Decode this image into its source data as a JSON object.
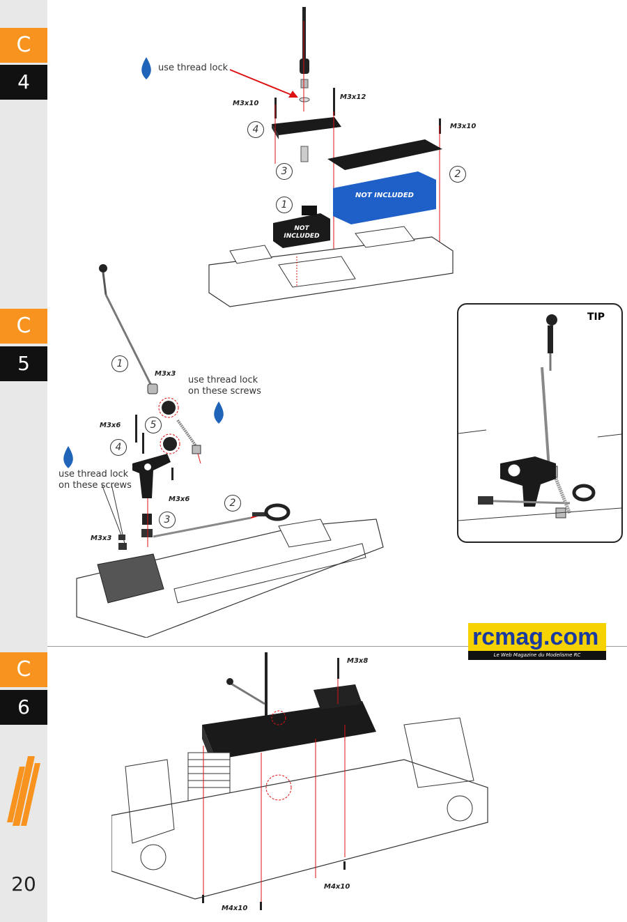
{
  "steps": [
    {
      "letter": "C",
      "number": "4"
    },
    {
      "letter": "C",
      "number": "5"
    },
    {
      "letter": "C",
      "number": "6"
    }
  ],
  "page_number": "20",
  "c4": {
    "thread_lock": "use thread lock",
    "screws": [
      "M3x10",
      "M3x12",
      "M3x10"
    ],
    "not_included": "NOT INCLUDED",
    "numbers": [
      "1",
      "2",
      "3",
      "4"
    ]
  },
  "c5": {
    "thread_lock_1": "use thread lock",
    "thread_lock_1b": "on these screws",
    "thread_lock_2": "use thread lock",
    "thread_lock_2b": "on these screws",
    "screws": [
      "M3x3",
      "M3x6",
      "M3x6",
      "M3x3"
    ],
    "numbers": [
      "1",
      "2",
      "3",
      "4",
      "5"
    ]
  },
  "tip": {
    "title": "TIP"
  },
  "c6": {
    "screws": [
      "M3x8",
      "M4x10",
      "M4x10"
    ]
  },
  "logo": {
    "main": "rcmag.com",
    "sub": "Le Web Magazine du Modelisme RC"
  }
}
